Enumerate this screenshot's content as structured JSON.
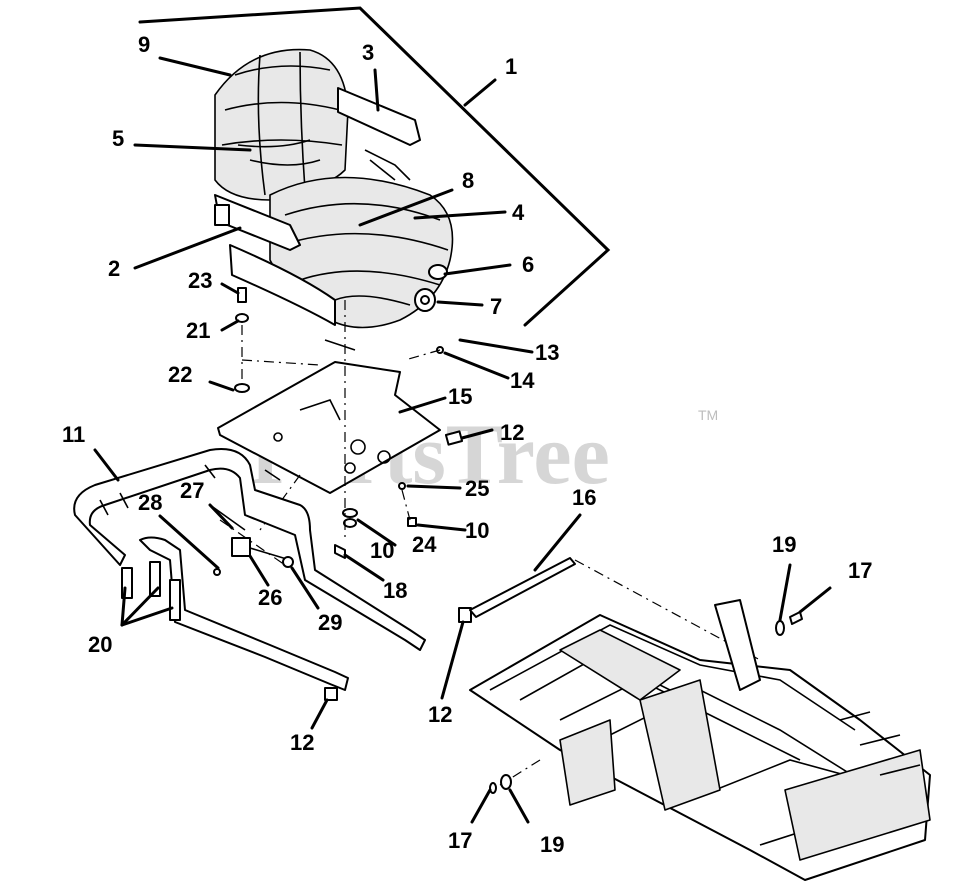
{
  "watermark": {
    "text": "PartsTree",
    "trademark": "TM"
  },
  "callouts": [
    {
      "id": "c1",
      "label": "1"
    },
    {
      "id": "c2",
      "label": "2"
    },
    {
      "id": "c3",
      "label": "3"
    },
    {
      "id": "c4",
      "label": "4"
    },
    {
      "id": "c5",
      "label": "5"
    },
    {
      "id": "c6",
      "label": "6"
    },
    {
      "id": "c7",
      "label": "7"
    },
    {
      "id": "c8",
      "label": "8"
    },
    {
      "id": "c9",
      "label": "9"
    },
    {
      "id": "c10a",
      "label": "10"
    },
    {
      "id": "c10b",
      "label": "10"
    },
    {
      "id": "c11",
      "label": "11"
    },
    {
      "id": "c12a",
      "label": "12"
    },
    {
      "id": "c12b",
      "label": "12"
    },
    {
      "id": "c12c",
      "label": "12"
    },
    {
      "id": "c13",
      "label": "13"
    },
    {
      "id": "c14",
      "label": "14"
    },
    {
      "id": "c15",
      "label": "15"
    },
    {
      "id": "c16",
      "label": "16"
    },
    {
      "id": "c17a",
      "label": "17"
    },
    {
      "id": "c17b",
      "label": "17"
    },
    {
      "id": "c18",
      "label": "18"
    },
    {
      "id": "c19a",
      "label": "19"
    },
    {
      "id": "c19b",
      "label": "19"
    },
    {
      "id": "c20",
      "label": "20"
    },
    {
      "id": "c21",
      "label": "21"
    },
    {
      "id": "c22",
      "label": "22"
    },
    {
      "id": "c23",
      "label": "23"
    },
    {
      "id": "c24",
      "label": "24"
    },
    {
      "id": "c25",
      "label": "25"
    },
    {
      "id": "c26",
      "label": "26"
    },
    {
      "id": "c27",
      "label": "27"
    },
    {
      "id": "c28",
      "label": "28"
    },
    {
      "id": "c29",
      "label": "29"
    }
  ]
}
